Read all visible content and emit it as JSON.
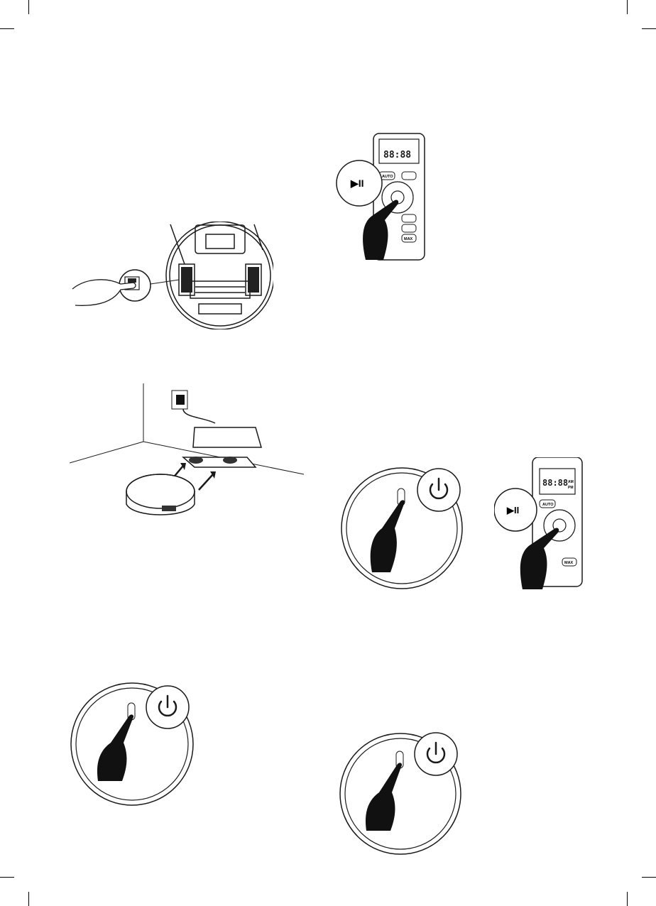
{
  "remote": {
    "lcd_time": "88:88",
    "lcd_am": "AM",
    "lcd_pm": "PM",
    "auto_label": "AUTO",
    "max_label": "MAX",
    "play_pause_glyph": "▶II"
  },
  "icons": {
    "power": "power-icon",
    "play_pause": "play-pause-icon",
    "hand": "pointing-hand-icon",
    "plug": "wall-plug-icon",
    "robot": "robot-vacuum-icon",
    "dock": "charging-dock-icon"
  },
  "colors": {
    "ink": "#1a1a1a",
    "paper": "#ffffff",
    "hand": "#111111"
  }
}
